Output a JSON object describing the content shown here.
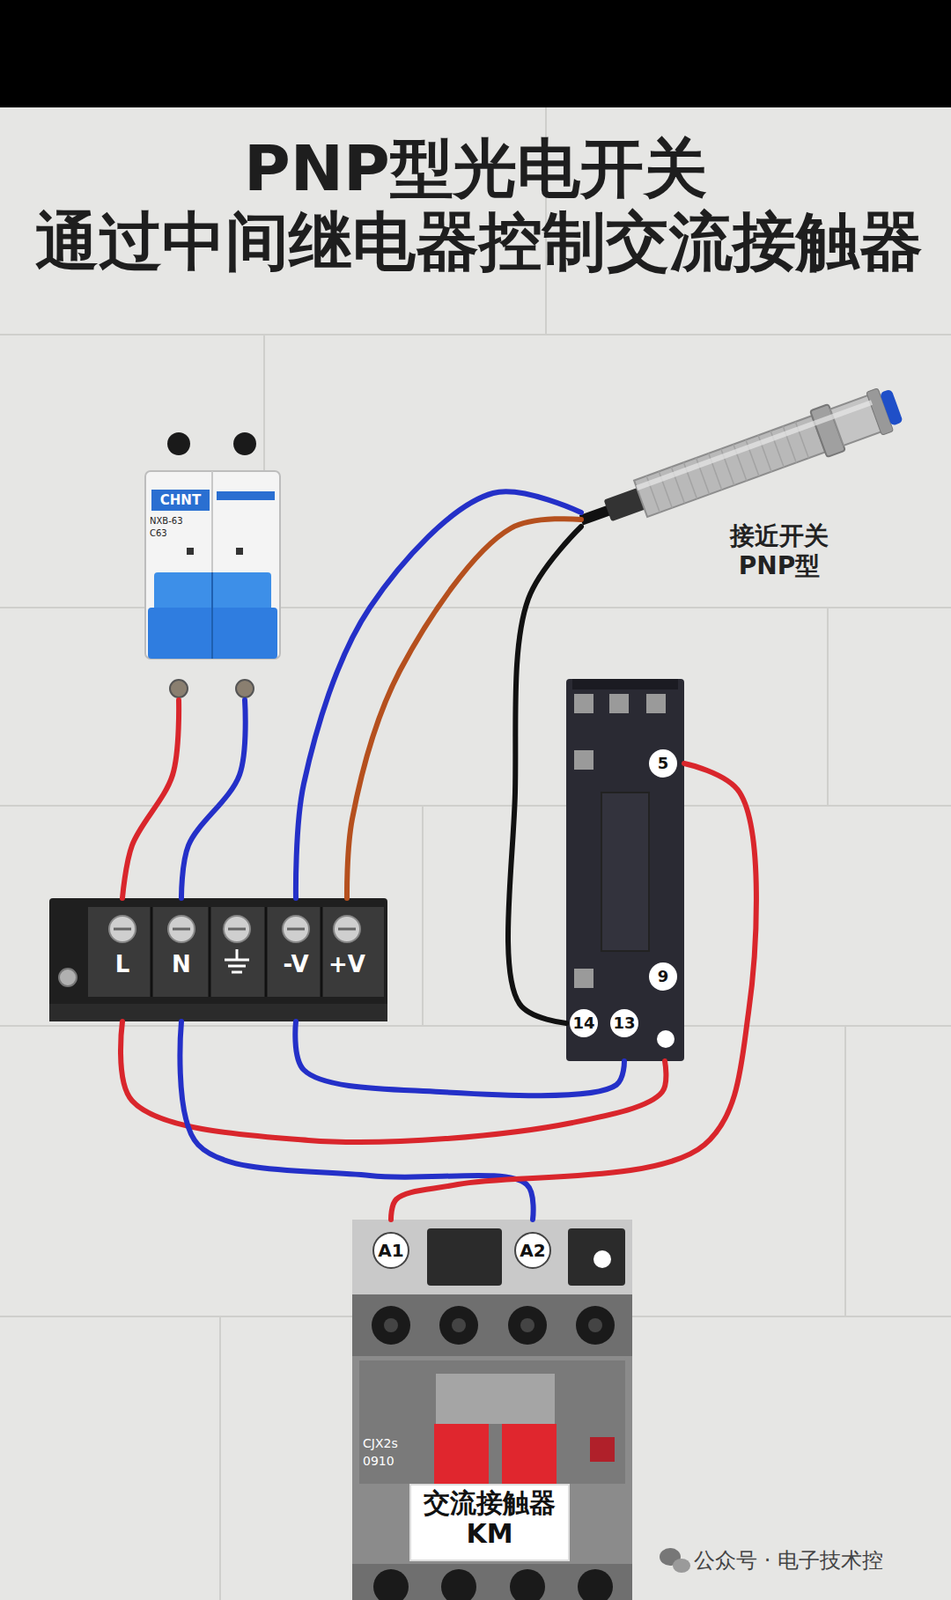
{
  "diagram": {
    "title": "PNP型光电开关 通过中间继电器控制交流接触器",
    "nodes": [
      {
        "text": [
          "CHNT",
          "NXB-63",
          "C63"
        ]
      },
      {
        "text": [
          "接近开关 PNP型"
        ]
      },
      {
        "text": [
          "L",
          "N",
          "-V",
          "+V"
        ]
      },
      {
        "text": [
          "5",
          "9",
          "14",
          "13"
        ]
      },
      {
        "text": [
          "A1",
          "A2",
          "CJX2s",
          "0910",
          "交流接触器 KM"
        ]
      }
    ],
    "edges": [
      {
        "from": 0,
        "to": 2,
        "arrow": "none"
      },
      {
        "from": 0,
        "to": 2,
        "arrow": "none"
      },
      {
        "from": 1,
        "to": 2,
        "arrow": "none"
      },
      {
        "from": 1,
        "to": 2,
        "arrow": "none"
      },
      {
        "from": 1,
        "to": 3,
        "arrow": "none"
      },
      {
        "from": 2,
        "to": 3,
        "arrow": "none"
      },
      {
        "from": 2,
        "to": 3,
        "arrow": "none"
      },
      {
        "from": 2,
        "to": 4,
        "arrow": "none"
      },
      {
        "from": 3,
        "to": 4,
        "arrow": "none"
      }
    ],
    "labels": [
      "公众号 · 电子技术控"
    ]
  }
}
